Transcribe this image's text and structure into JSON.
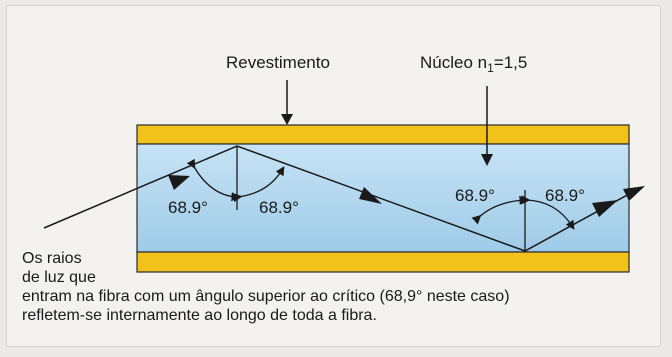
{
  "labels": {
    "coating": "Revestimento",
    "core_prefix": "Núcleo n",
    "core_sub": "1",
    "core_value": "=1,5"
  },
  "angles": {
    "a1": "68.9°",
    "a2": "68.9°",
    "a3": "68.9°",
    "a4": "68.9°"
  },
  "caption": {
    "line1": "Os raios",
    "line2": "de luz que",
    "line3": "entram na fibra com um ângulo superior ao crítico (68,9° neste caso)",
    "line4": "refletem-se internamente ao longo de toda a fibra."
  },
  "colors": {
    "cladding": "#f2c21b",
    "core_top": "#c4e2f4",
    "core_bottom": "#a2cde9",
    "outline": "#2a2a2a"
  }
}
